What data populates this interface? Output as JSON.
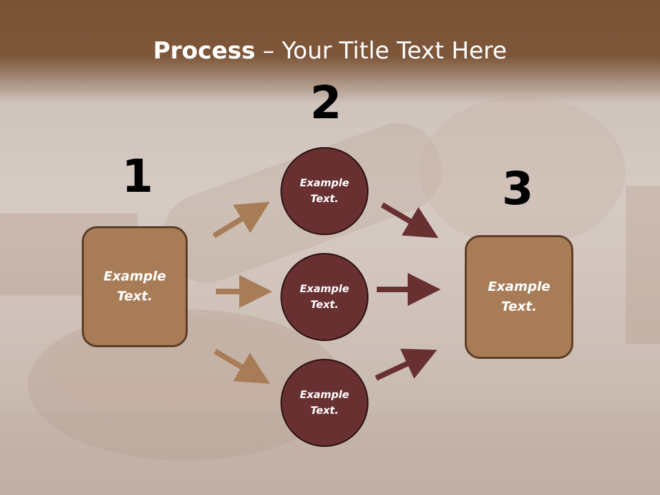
{
  "title": {
    "bold": "Process",
    "rest": " – Your Title Text Here"
  },
  "steps": [
    {
      "number": "1"
    },
    {
      "number": "2"
    },
    {
      "number": "3"
    }
  ],
  "left_box": {
    "text": "Example\nText."
  },
  "right_box": {
    "text": "Example\nText."
  },
  "circles": [
    {
      "text": "Example\nText."
    },
    {
      "text": "Example\nText."
    },
    {
      "text": "Example\nText."
    }
  ],
  "colors": {
    "title_bar": "#7a5236",
    "box_fill": "#a87c57",
    "circle_fill": "#683031",
    "arrow_light": "#a87c57",
    "arrow_dark": "#683031"
  }
}
